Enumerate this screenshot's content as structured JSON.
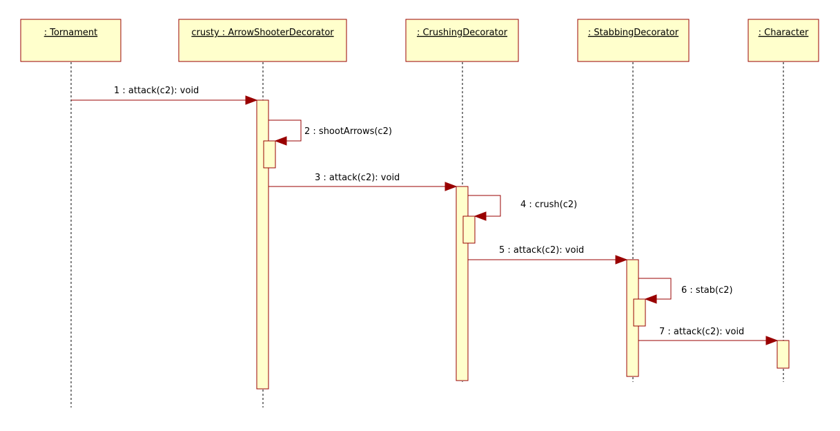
{
  "colors": {
    "box_fill": "#ffffcc",
    "box_border": "#990000",
    "message_line": "#990000",
    "lifeline": "#000000",
    "background": "#ffffff"
  },
  "lifelines": [
    {
      "id": "tornament",
      "label": ": Tornament"
    },
    {
      "id": "arrow",
      "label": "crusty : ArrowShooterDecorator"
    },
    {
      "id": "crushing",
      "label": ": CrushingDecorator"
    },
    {
      "id": "stabbing",
      "label": ": StabbingDecorator"
    },
    {
      "id": "character",
      "label": ": Character"
    }
  ],
  "messages": [
    {
      "label": "1 : attack(c2): void",
      "from": "tornament",
      "to": "arrow"
    },
    {
      "label": "2 : shootArrows(c2)",
      "from": "arrow",
      "to": "arrow"
    },
    {
      "label": "3 : attack(c2): void",
      "from": "arrow",
      "to": "crushing"
    },
    {
      "label": "4 : crush(c2)",
      "from": "crushing",
      "to": "crushing"
    },
    {
      "label": "5 : attack(c2): void",
      "from": "crushing",
      "to": "stabbing"
    },
    {
      "label": "6 : stab(c2)",
      "from": "stabbing",
      "to": "stabbing"
    },
    {
      "label": "7 : attack(c2): void",
      "from": "stabbing",
      "to": "character"
    }
  ]
}
